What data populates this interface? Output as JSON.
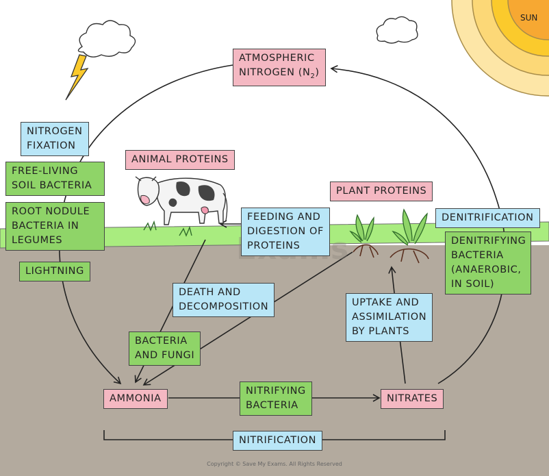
{
  "sun": {
    "label": "SUN"
  },
  "atmospheric": {
    "line1": "ATMOSPHERIC",
    "line2_prefix": "NITROGEN (N",
    "line2_sub": "2",
    "line2_suffix": ")"
  },
  "nitrogen_fixation": {
    "line1": "NITROGEN",
    "line2": "FIXATION"
  },
  "free_living": {
    "line1": "FREE-LIVING",
    "line2": "SOIL BACTERIA"
  },
  "root_nodule": {
    "line1": "ROOT NODULE",
    "line2": "BACTERIA IN",
    "line3": "LEGUMES"
  },
  "lightning": {
    "label": "LIGHTNING"
  },
  "animal_proteins": {
    "label": "ANIMAL PROTEINS"
  },
  "plant_proteins": {
    "label": "PLANT PROTEINS"
  },
  "feeding": {
    "line1": "FEEDING AND",
    "line2": "DIGESTION OF",
    "line3": "PROTEINS"
  },
  "denitrification": {
    "label": "DENITRIFICATION"
  },
  "denitrifying": {
    "line1": "DENITRIFYING",
    "line2": "BACTERIA",
    "line3": "(ANAEROBIC,",
    "line4": "IN SOIL)"
  },
  "death": {
    "line1": "DEATH AND",
    "line2": "DECOMPOSITION"
  },
  "uptake": {
    "line1": "UPTAKE AND",
    "line2": "ASSIMILATION",
    "line3": "BY PLANTS"
  },
  "bacteria_fungi": {
    "line1": "BACTERIA",
    "line2": "AND FUNGI"
  },
  "ammonia": {
    "label": "AMMONIA"
  },
  "nitrifying": {
    "line1": "NITRIFYING",
    "line2": "BACTERIA"
  },
  "nitrates": {
    "label": "NITRATES"
  },
  "nitrification": {
    "label": "NITRIFICATION"
  },
  "watermark": {
    "label": "Exams"
  },
  "copyright": {
    "label": "Copyright © Save My Exams. All Rights Reserved"
  },
  "colors": {
    "sky": "#ffffff",
    "grass": "#a9ec7f",
    "soil": "#b3aa9e",
    "sun": "#fbca2c",
    "box_pink": "#f4b8c2",
    "box_blue": "#b9e6f7",
    "box_green": "#8fd468"
  }
}
